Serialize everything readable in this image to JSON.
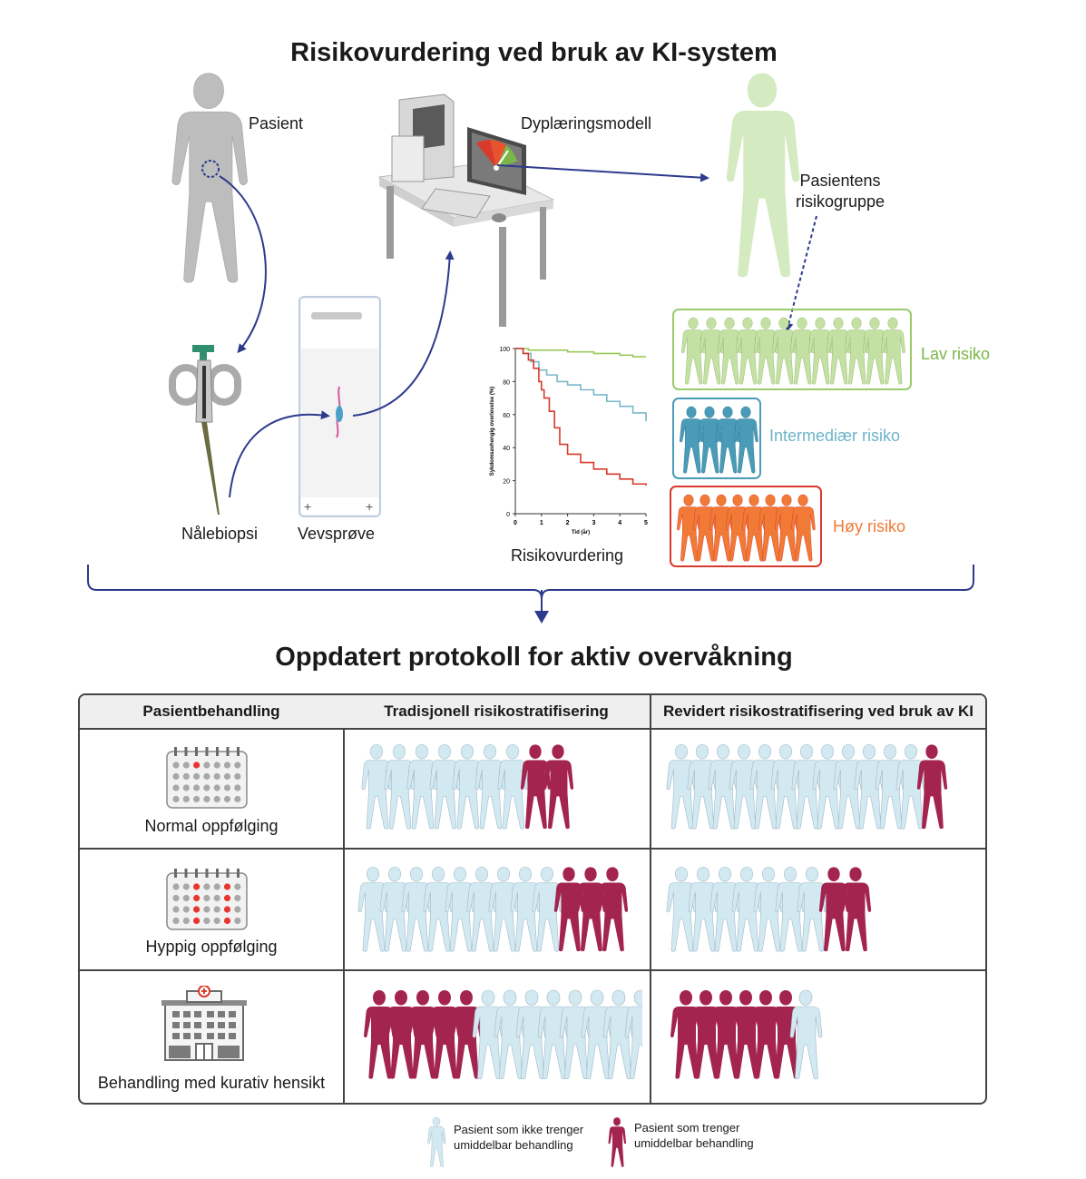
{
  "titles": {
    "top": "Risikovurdering ved bruk av KI-system",
    "bottom": "Oppdatert protokoll for aktiv overvåkning"
  },
  "labels": {
    "pasient": "Pasient",
    "dyplaeringsmodell": "Dyplæringsmodell",
    "risikogruppe_line1": "Pasientens",
    "risikogruppe_line2": "risikogruppe",
    "nalebiopsi": "Nålebiopsi",
    "vevsprove": "Vevsprøve",
    "risikovurdering": "Risikovurdering"
  },
  "risk_groups": {
    "low": {
      "label": "Lav risiko",
      "color": "#7ab648",
      "figure_color": "#c5e0a5",
      "border": "#9ccb6c"
    },
    "intermediate": {
      "label": "Intermediær risiko",
      "color": "#6cb4c8",
      "figure_color": "#4a9bb7",
      "border": "#4a9bb7"
    },
    "high": {
      "label": "Høy risiko",
      "color": "#f07a36",
      "figure_color": "#f07a36",
      "border": "#d93a2b"
    }
  },
  "chart_data": {
    "type": "line",
    "title": "",
    "xlabel": "Tid (år)",
    "ylabel": "Sykdomsavhengig overlevelse (%)",
    "xlim": [
      0,
      5
    ],
    "ylim": [
      0,
      100
    ],
    "xticks": [
      "0",
      "1",
      "2",
      "3",
      "4",
      "5"
    ],
    "yticks": [
      "0",
      "20",
      "40",
      "60",
      "80",
      "100"
    ],
    "series": [
      {
        "color": "#9cc85c",
        "x": [
          0,
          0.5,
          1,
          2,
          3,
          4,
          4.5,
          5
        ],
        "y": [
          100,
          99,
          99,
          98,
          97,
          96,
          95,
          95
        ]
      },
      {
        "color": "#7ab8c8",
        "x": [
          0,
          0.3,
          0.6,
          0.9,
          1.2,
          1.6,
          2,
          2.5,
          3,
          3.5,
          4,
          4.5,
          5
        ],
        "y": [
          100,
          97,
          92,
          87,
          84,
          80,
          78,
          75,
          72,
          68,
          65,
          61,
          56
        ]
      },
      {
        "color": "#d93a2b",
        "x": [
          0,
          0.3,
          0.5,
          0.7,
          0.9,
          1.0,
          1.1,
          1.3,
          1.5,
          1.7,
          2.0,
          2.5,
          3.0,
          3.5,
          4.0,
          4.5,
          5
        ],
        "y": [
          100,
          97,
          93,
          88,
          80,
          75,
          70,
          62,
          52,
          42,
          36,
          31,
          27,
          24,
          21,
          18,
          17
        ]
      }
    ]
  },
  "table": {
    "headers": [
      "Pasientbehandling",
      "Tradisjonell risikostratifisering",
      "Revidert risikostratifisering ved bruk av KI"
    ],
    "rows": [
      {
        "label": "Normal oppfølging",
        "icon": "calendar-icon",
        "trad": {
          "light": 7,
          "dark": 2
        },
        "revised": {
          "light": 12,
          "dark": 1
        }
      },
      {
        "label": "Hyppig oppfølging",
        "icon": "calendar-icon",
        "trad": {
          "light": 9,
          "dark": 3
        },
        "revised": {
          "light": 7,
          "dark": 2
        }
      },
      {
        "label": "Behandling med kurativ hensikt",
        "icon": "hospital-icon",
        "trad": {
          "light": 8,
          "dark": 5
        },
        "revised": {
          "light": 1,
          "dark": 6
        }
      }
    ]
  },
  "legend": {
    "light_line1": "Pasient som ikke trenger",
    "light_line2": "umiddelbar behandling",
    "dark_line1": "Pasient som trenger",
    "dark_line2": "umiddelbar behandling",
    "light_color": "#d3e9f2",
    "dark_color": "#a3244f"
  }
}
